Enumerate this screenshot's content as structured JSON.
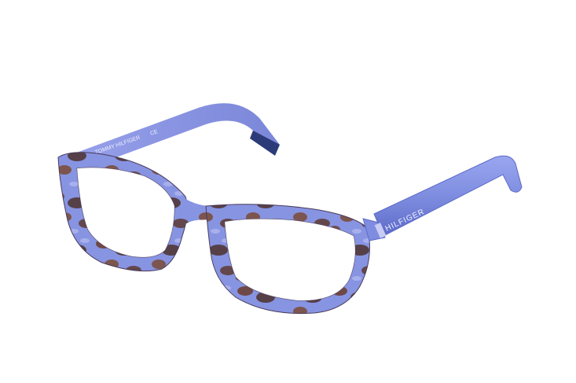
{
  "product": {
    "subject": "eyeglasses",
    "frame_color": "#7f8de0",
    "tortoise_color": "#6a3b2c",
    "tip_color": "#2c3b78",
    "background": "#ffffff",
    "inner_temple_print": "TOMMY HILFIGER",
    "outer_temple_logo": "HILFIGER",
    "ce_mark": "CE"
  }
}
